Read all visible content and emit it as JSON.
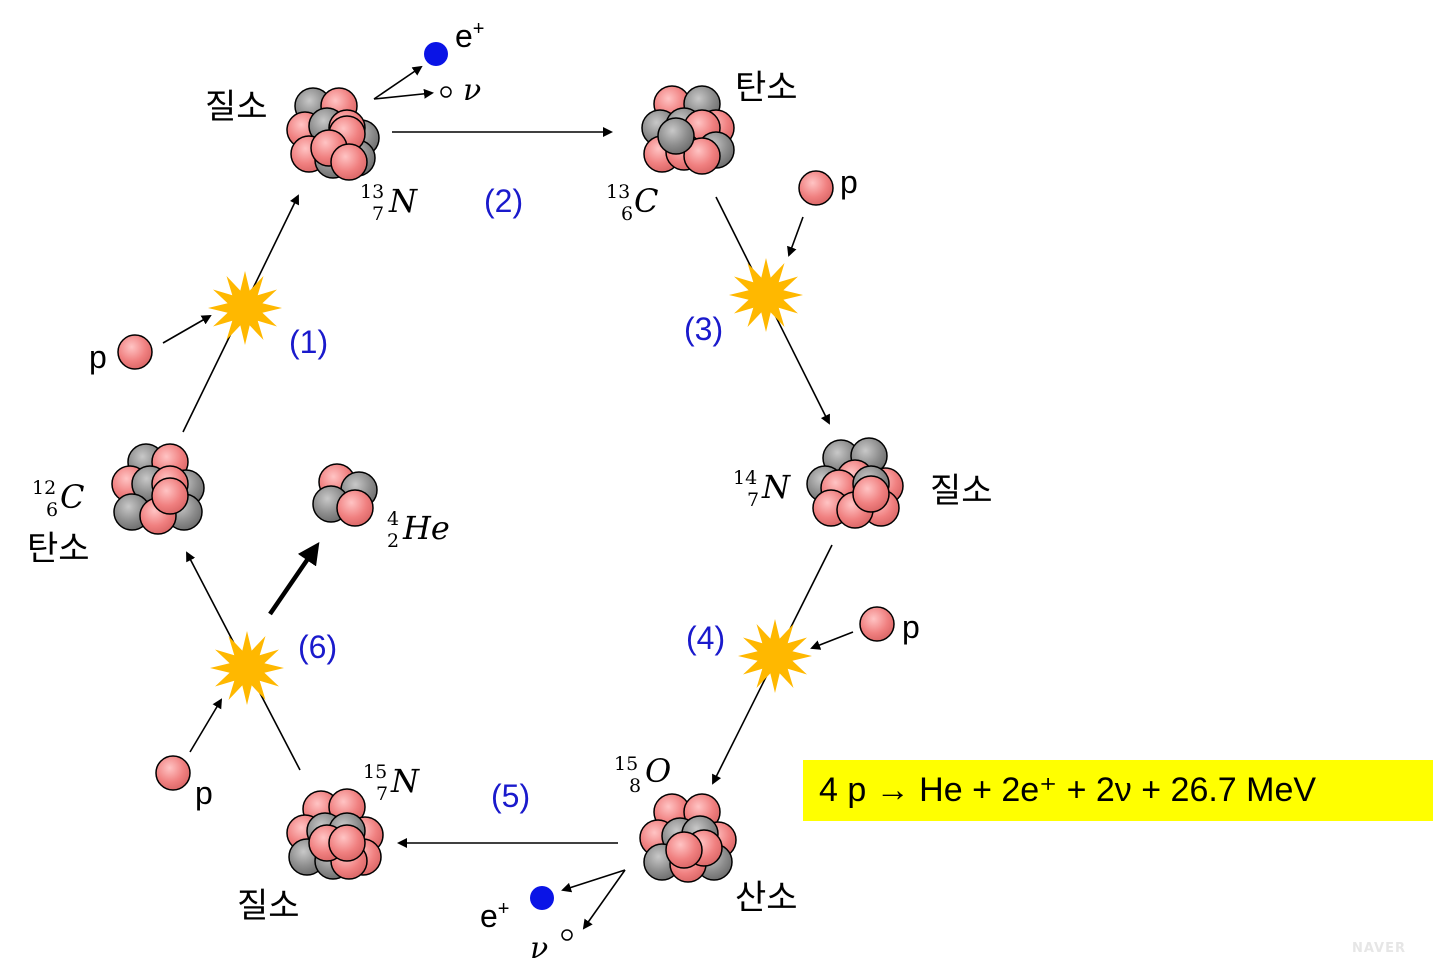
{
  "nuclei": {
    "n13": {
      "name": "질소",
      "mass": "13",
      "atomic": "7",
      "symbol": "N"
    },
    "c13": {
      "name": "탄소",
      "mass": "13",
      "atomic": "6",
      "symbol": "C"
    },
    "n14": {
      "name": "질소",
      "mass": "14",
      "atomic": "7",
      "symbol": "N"
    },
    "o15": {
      "name": "산소",
      "mass": "15",
      "atomic": "8",
      "symbol": "O"
    },
    "n15": {
      "name": "질소",
      "mass": "15",
      "atomic": "7",
      "symbol": "N"
    },
    "c12": {
      "name": "탄소",
      "mass": "12",
      "atomic": "6",
      "symbol": "C"
    },
    "he4": {
      "mass": "4",
      "atomic": "2",
      "symbol": "He"
    }
  },
  "steps": {
    "s1": "(1)",
    "s2": "(2)",
    "s3": "(3)",
    "s4": "(4)",
    "s5": "(5)",
    "s6": "(6)"
  },
  "particles": {
    "proton": "p",
    "positron": "e",
    "positron_sup": "+",
    "neutrino": "ν"
  },
  "equation": "4 p → He + 2e⁺ + 2ν + 26.7 MeV",
  "watermark": "NAVER",
  "colors": {
    "proton": "#f08080",
    "neutron": "#8c8c8c",
    "positron": "#0a14e6",
    "flash": "#ffb800",
    "step_label": "#1a1acc",
    "equation_bg": "#ffff00"
  }
}
